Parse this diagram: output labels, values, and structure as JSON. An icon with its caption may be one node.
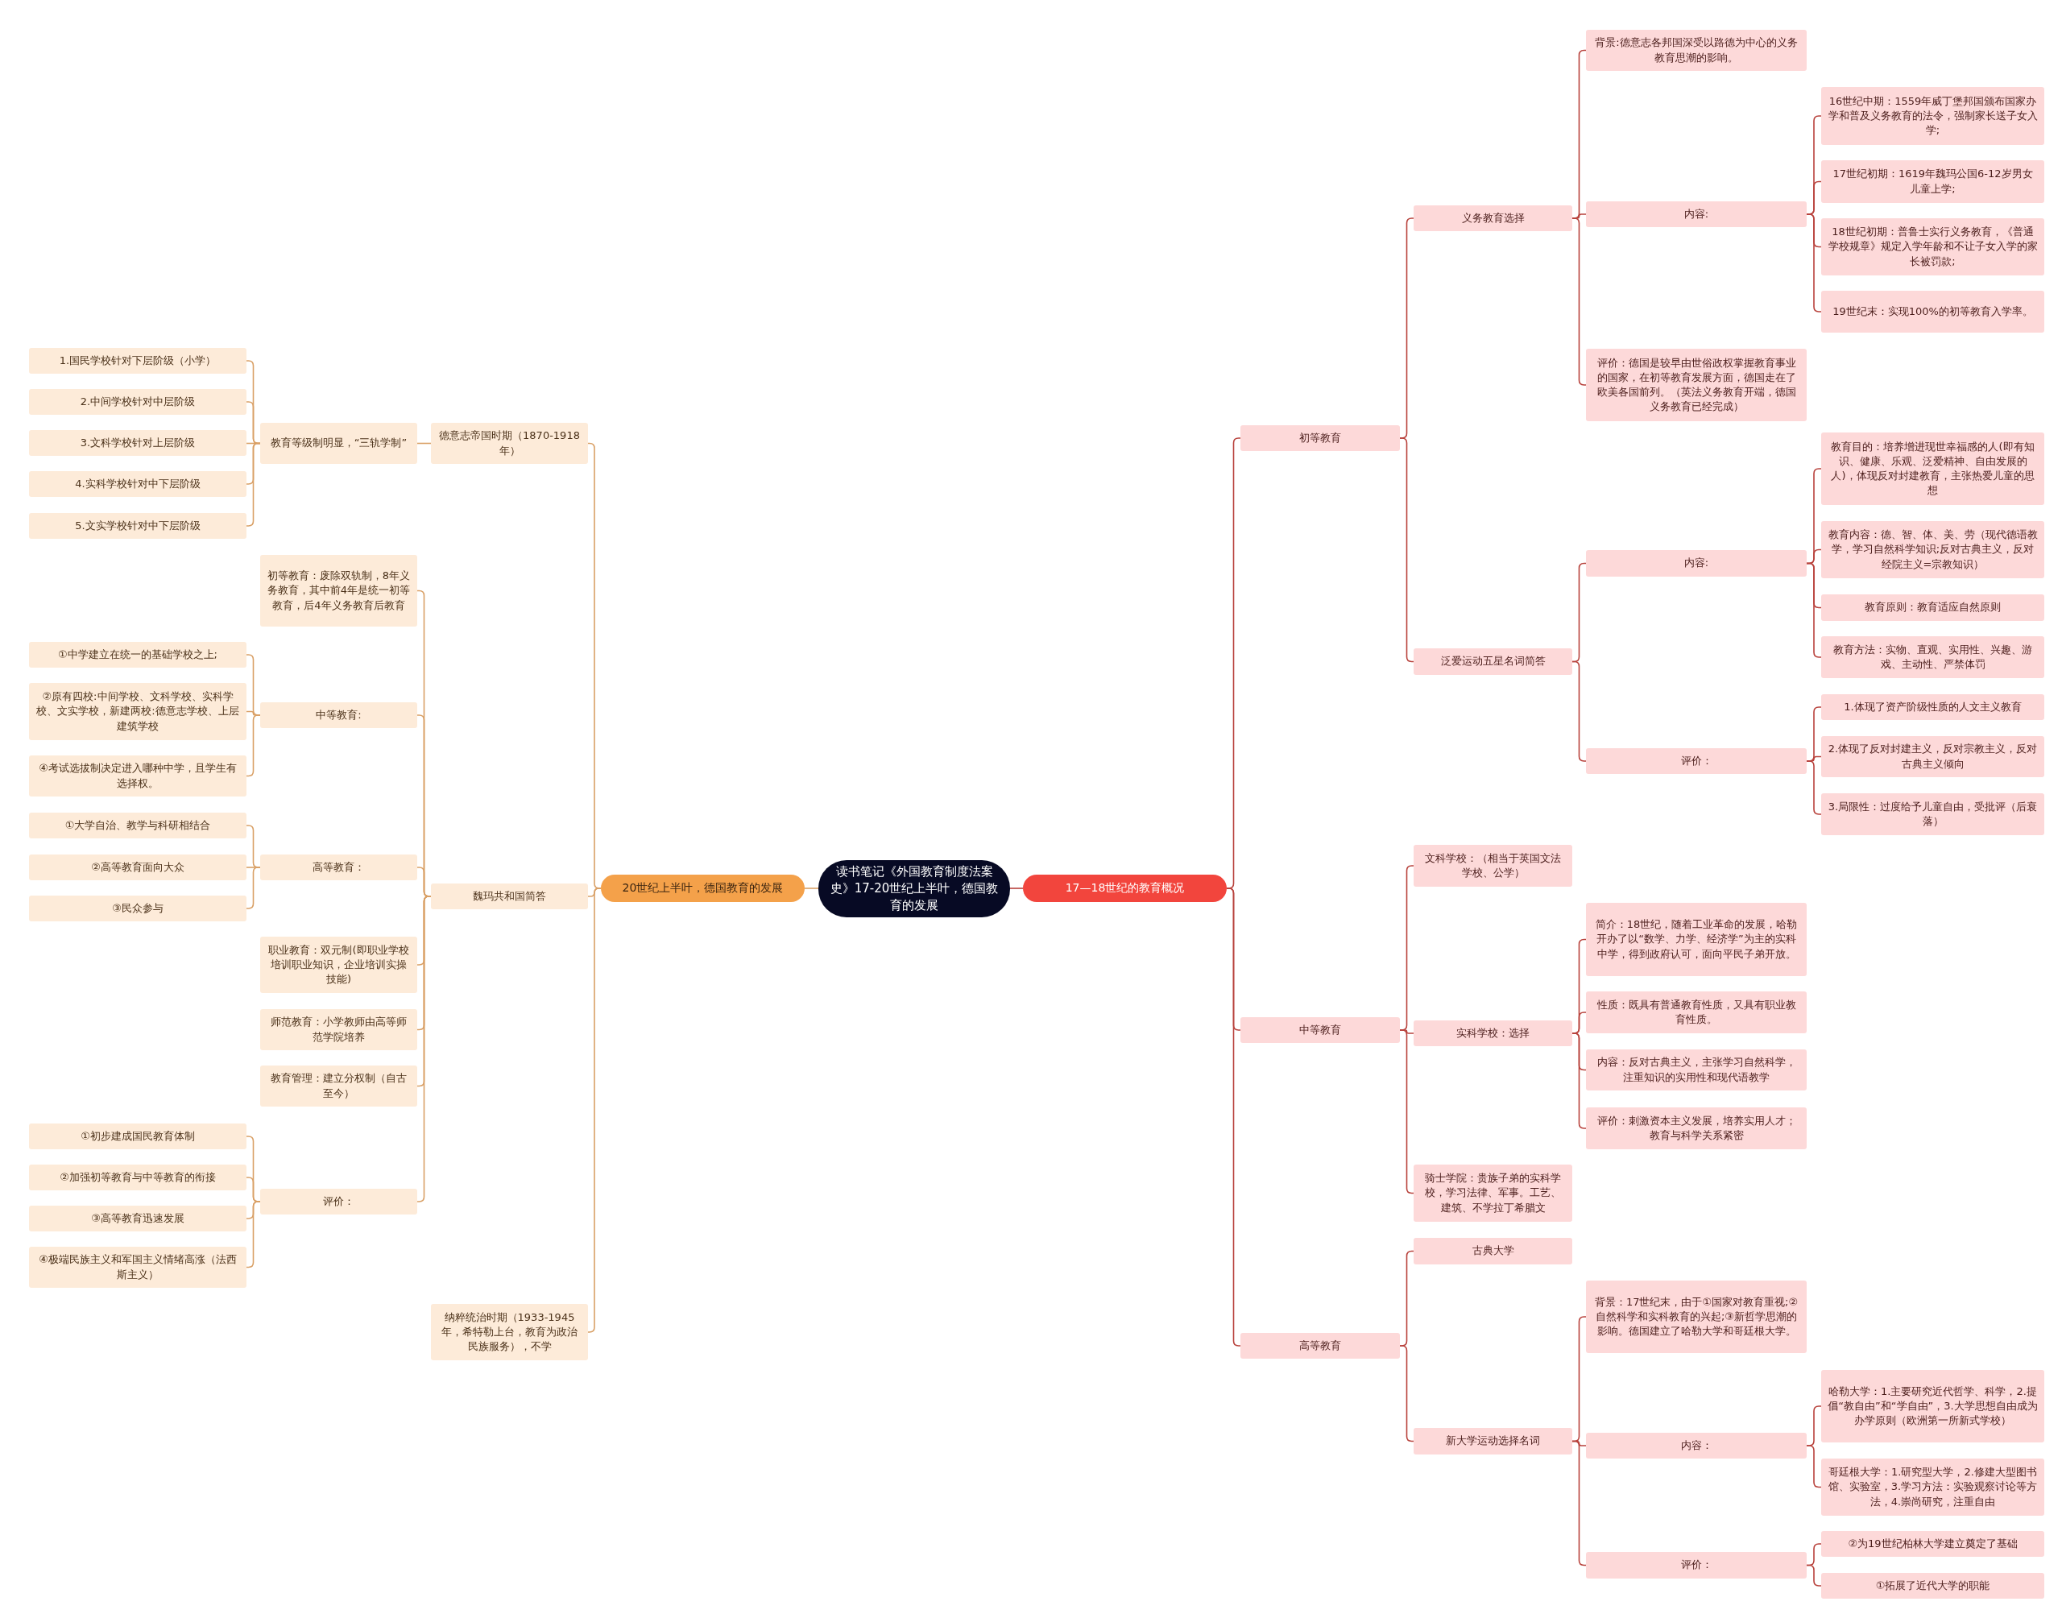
{
  "diagram": {
    "nodes": [
      {
        "text": [
          "读书笔记《外国教育制度法案史》17-20世纪上半叶，德国教育的发展"
        ]
      },
      {
        "text": [
          "17—18世纪的教育概况"
        ]
      },
      {
        "text": [
          "初等教育"
        ]
      },
      {
        "text": [
          "义务教育选择"
        ]
      },
      {
        "text": [
          "背景:德意志各邦国深受以路德为中心的义务教育思潮的影响。"
        ]
      },
      {
        "text": [
          "内容:"
        ]
      },
      {
        "text": [
          "16世纪中期：1559年威丁堡邦国颁布国家办学和普及义务教育的法令，强制家长送子女入学;"
        ]
      },
      {
        "text": [
          "17世纪初期：1619年魏玛公国6-12岁男女儿童上学;"
        ]
      },
      {
        "text": [
          "18世纪初期：普鲁士实行义务教育，《普通学校规章》规定入学年龄和不让子女入学的家长被罚款;"
        ]
      },
      {
        "text": [
          "19世纪末：实现100%的初等教育入学率。"
        ]
      },
      {
        "text": [
          "评价：德国是较早由世俗政权掌握教育事业的国家，在初等教育发展方面，德国走在了欧美各国前列。（英法义务教育开端，德国义务教育已经完成）"
        ]
      },
      {
        "text": [
          "泛爱运动五星名词简答"
        ]
      },
      {
        "text": [
          "内容:"
        ]
      },
      {
        "text": [
          "教育目的：培养增进现世幸福感的人(即有知识、健康、乐观、泛爱精神、自由发展的人)，体现反对封建教育，主张热爱儿童的思想"
        ]
      },
      {
        "text": [
          "教育内容：德、智、体、美、劳（现代德语教学，学习自然科学知识;反对古典主义，反对经院主义=宗教知识）"
        ]
      },
      {
        "text": [
          "教育原则：教育适应自然原则"
        ]
      },
      {
        "text": [
          "教育方法：实物、直观、实用性、兴趣、游戏、主动性、严禁体罚"
        ]
      },
      {
        "text": [
          "评价："
        ]
      },
      {
        "text": [
          "1.体现了资产阶级性质的人文主义教育"
        ]
      },
      {
        "text": [
          "2.体现了反对封建主义，反对宗教主义，反对古典主义倾向"
        ]
      },
      {
        "text": [
          "3.局限性：过度给予儿童自由，受批评（后衰落）"
        ]
      },
      {
        "text": [
          "中等教育"
        ]
      },
      {
        "text": [
          "文科学校：（相当于英国文法学校、公学）"
        ]
      },
      {
        "text": [
          "实科学校：选择"
        ]
      },
      {
        "text": [
          "简介：18世纪，随着工业革命的发展，哈勒开办了以“数学、力学、经济学”为主的实科中学，得到政府认可，面向平民子弟开放。"
        ]
      },
      {
        "text": [
          "性质：既具有普通教育性质，又具有职业教育性质。"
        ]
      },
      {
        "text": [
          "内容：反对古典主义，主张学习自然科学，注重知识的实用性和现代语教学"
        ]
      },
      {
        "text": [
          "评价：刺激资本主义发展，培养实用人才；教育与科学关系紧密"
        ]
      },
      {
        "text": [
          "骑士学院：贵族子弟的实科学校，学习法律、军事。工艺、建筑、不学拉丁希腊文"
        ]
      },
      {
        "text": [
          "高等教育"
        ]
      },
      {
        "text": [
          "古典大学"
        ]
      },
      {
        "text": [
          "新大学运动选择名词"
        ]
      },
      {
        "text": [
          "背景：17世纪末，由于①国家对教育重视;②自然科学和实科教育的兴起;③新哲学思潮的影响。德国建立了哈勒大学和哥廷根大学。"
        ]
      },
      {
        "text": [
          "内容："
        ]
      },
      {
        "text": [
          "哈勒大学：1.主要研究近代哲学、科学，2.提倡“教自由”和“学自由”，3.大学思想自由成为办学原则（欧洲第一所新式学校）"
        ]
      },
      {
        "text": [
          "哥廷根大学：1.研究型大学，2.修建大型图书馆、实验室，3.学习方法：实验观察讨论等方法，4.崇尚研究，注重自由"
        ]
      },
      {
        "text": [
          "评价："
        ]
      },
      {
        "text": [
          "②为19世纪柏林大学建立奠定了基础"
        ]
      },
      {
        "text": [
          "①拓展了近代大学的职能"
        ]
      },
      {
        "text": [
          "20世纪上半叶，德国教育的发展"
        ]
      },
      {
        "text": [
          "德意志帝国时期（1870-1918年）"
        ]
      },
      {
        "text": [
          "教育等级制明显，“三轨学制”"
        ]
      },
      {
        "text": [
          "1.国民学校针对下层阶级（小学）"
        ]
      },
      {
        "text": [
          "2.中间学校针对中层阶级"
        ]
      },
      {
        "text": [
          "3.文科学校针对上层阶级"
        ]
      },
      {
        "text": [
          "4.实科学校针对中下层阶级"
        ]
      },
      {
        "text": [
          "5.文实学校针对中下层阶级"
        ]
      },
      {
        "text": [
          "魏玛共和国简答"
        ]
      },
      {
        "text": [
          "初等教育：废除双轨制，8年义务教育，其中前4年是统一初等教育，后4年义务教育后教育"
        ]
      },
      {
        "text": [
          "中等教育:"
        ]
      },
      {
        "text": [
          "①中学建立在统一的基础学校之上;"
        ]
      },
      {
        "text": [
          "②原有四校:中间学校、文科学校、实科学校、文实学校，新建两校:德意志学校、上层建筑学校"
        ]
      },
      {
        "text": [
          "④考试选拔制决定进入哪种中学，且学生有选择权。"
        ]
      },
      {
        "text": [
          "高等教育："
        ]
      },
      {
        "text": [
          "①大学自治、教学与科研相结合"
        ]
      },
      {
        "text": [
          "②高等教育面向大众"
        ]
      },
      {
        "text": [
          "③民众参与"
        ]
      },
      {
        "text": [
          "职业教育：双元制(即职业学校培训职业知识，企业培训实操技能)"
        ]
      },
      {
        "text": [
          "师范教育：小学教师由高等师范学院培养"
        ]
      },
      {
        "text": [
          "教育管理：建立分权制（自古至今）"
        ]
      },
      {
        "text": [
          "评价："
        ]
      },
      {
        "text": [
          "①初步建成国民教育体制"
        ]
      },
      {
        "text": [
          "②加强初等教育与中等教育的衔接"
        ]
      },
      {
        "text": [
          "③高等教育迅速发展"
        ]
      },
      {
        "text": [
          "④极端民族主义和军国主义情绪高涨（法西斯主义）"
        ]
      },
      {
        "text": [
          "纳粹统治时期（1933-1945年，希特勒上台，教育为政治民族服务），不学"
        ]
      }
    ],
    "edges": [
      {
        "from": 0,
        "to": 1,
        "arrow": "none"
      },
      {
        "from": 1,
        "to": 2,
        "arrow": "none"
      },
      {
        "from": 2,
        "to": 3,
        "arrow": "none"
      },
      {
        "from": 3,
        "to": 4,
        "arrow": "none"
      },
      {
        "from": 3,
        "to": 5,
        "arrow": "none"
      },
      {
        "from": 5,
        "to": 6,
        "arrow": "none"
      },
      {
        "from": 5,
        "to": 7,
        "arrow": "none"
      },
      {
        "from": 5,
        "to": 8,
        "arrow": "none"
      },
      {
        "from": 5,
        "to": 9,
        "arrow": "none"
      },
      {
        "from": 3,
        "to": 10,
        "arrow": "none"
      },
      {
        "from": 2,
        "to": 11,
        "arrow": "none"
      },
      {
        "from": 11,
        "to": 12,
        "arrow": "none"
      },
      {
        "from": 12,
        "to": 13,
        "arrow": "none"
      },
      {
        "from": 12,
        "to": 14,
        "arrow": "none"
      },
      {
        "from": 12,
        "to": 15,
        "arrow": "none"
      },
      {
        "from": 12,
        "to": 16,
        "arrow": "none"
      },
      {
        "from": 11,
        "to": 17,
        "arrow": "none"
      },
      {
        "from": 17,
        "to": 18,
        "arrow": "none"
      },
      {
        "from": 17,
        "to": 19,
        "arrow": "none"
      },
      {
        "from": 17,
        "to": 20,
        "arrow": "none"
      },
      {
        "from": 1,
        "to": 21,
        "arrow": "none"
      },
      {
        "from": 21,
        "to": 22,
        "arrow": "none"
      },
      {
        "from": 21,
        "to": 23,
        "arrow": "none"
      },
      {
        "from": 23,
        "to": 24,
        "arrow": "none"
      },
      {
        "from": 23,
        "to": 25,
        "arrow": "none"
      },
      {
        "from": 23,
        "to": 26,
        "arrow": "none"
      },
      {
        "from": 23,
        "to": 27,
        "arrow": "none"
      },
      {
        "from": 21,
        "to": 28,
        "arrow": "none"
      },
      {
        "from": 1,
        "to": 29,
        "arrow": "none"
      },
      {
        "from": 29,
        "to": 30,
        "arrow": "none"
      },
      {
        "from": 29,
        "to": 31,
        "arrow": "none"
      },
      {
        "from": 31,
        "to": 32,
        "arrow": "none"
      },
      {
        "from": 31,
        "to": 33,
        "arrow": "none"
      },
      {
        "from": 33,
        "to": 34,
        "arrow": "none"
      },
      {
        "from": 33,
        "to": 35,
        "arrow": "none"
      },
      {
        "from": 31,
        "to": 36,
        "arrow": "none"
      },
      {
        "from": 36,
        "to": 37,
        "arrow": "none"
      },
      {
        "from": 36,
        "to": 38,
        "arrow": "none"
      },
      {
        "from": 0,
        "to": 39,
        "arrow": "none",
        "color": "#d9a066"
      },
      {
        "from": 39,
        "to": 40,
        "arrow": "none",
        "color": "#d9a066"
      },
      {
        "from": 40,
        "to": 41,
        "arrow": "none",
        "color": "#d9a066"
      },
      {
        "from": 41,
        "to": 42,
        "arrow": "none",
        "color": "#d9a066"
      },
      {
        "from": 41,
        "to": 43,
        "arrow": "none",
        "color": "#d9a066"
      },
      {
        "from": 41,
        "to": 44,
        "arrow": "none",
        "color": "#d9a066"
      },
      {
        "from": 41,
        "to": 45,
        "arrow": "none",
        "color": "#d9a066"
      },
      {
        "from": 41,
        "to": 46,
        "arrow": "none",
        "color": "#d9a066"
      },
      {
        "from": 39,
        "to": 47,
        "arrow": "none",
        "color": "#d9a066"
      },
      {
        "from": 47,
        "to": 48,
        "arrow": "none",
        "color": "#d9a066"
      },
      {
        "from": 47,
        "to": 49,
        "arrow": "none",
        "color": "#d9a066"
      },
      {
        "from": 49,
        "to": 50,
        "arrow": "none",
        "color": "#d9a066"
      },
      {
        "from": 49,
        "to": 51,
        "arrow": "none",
        "color": "#d9a066"
      },
      {
        "from": 49,
        "to": 52,
        "arrow": "none",
        "color": "#d9a066"
      },
      {
        "from": 47,
        "to": 53,
        "arrow": "none",
        "color": "#d9a066"
      },
      {
        "from": 53,
        "to": 54,
        "arrow": "none",
        "color": "#d9a066"
      },
      {
        "from": 53,
        "to": 55,
        "arrow": "none",
        "color": "#d9a066"
      },
      {
        "from": 53,
        "to": 56,
        "arrow": "none",
        "color": "#d9a066"
      },
      {
        "from": 47,
        "to": 57,
        "arrow": "none",
        "color": "#d9a066"
      },
      {
        "from": 47,
        "to": 58,
        "arrow": "none",
        "color": "#d9a066"
      },
      {
        "from": 47,
        "to": 59,
        "arrow": "none",
        "color": "#d9a066"
      },
      {
        "from": 47,
        "to": 60,
        "arrow": "none",
        "color": "#d9a066"
      },
      {
        "from": 60,
        "to": 61,
        "arrow": "none",
        "color": "#d9a066"
      },
      {
        "from": 60,
        "to": 62,
        "arrow": "none",
        "color": "#d9a066"
      },
      {
        "from": 60,
        "to": 63,
        "arrow": "none",
        "color": "#d9a066"
      },
      {
        "from": 60,
        "to": 64,
        "arrow": "none",
        "color": "#d9a066"
      },
      {
        "from": 39,
        "to": 65,
        "arrow": "none",
        "color": "#d9a066"
      }
    ]
  }
}
